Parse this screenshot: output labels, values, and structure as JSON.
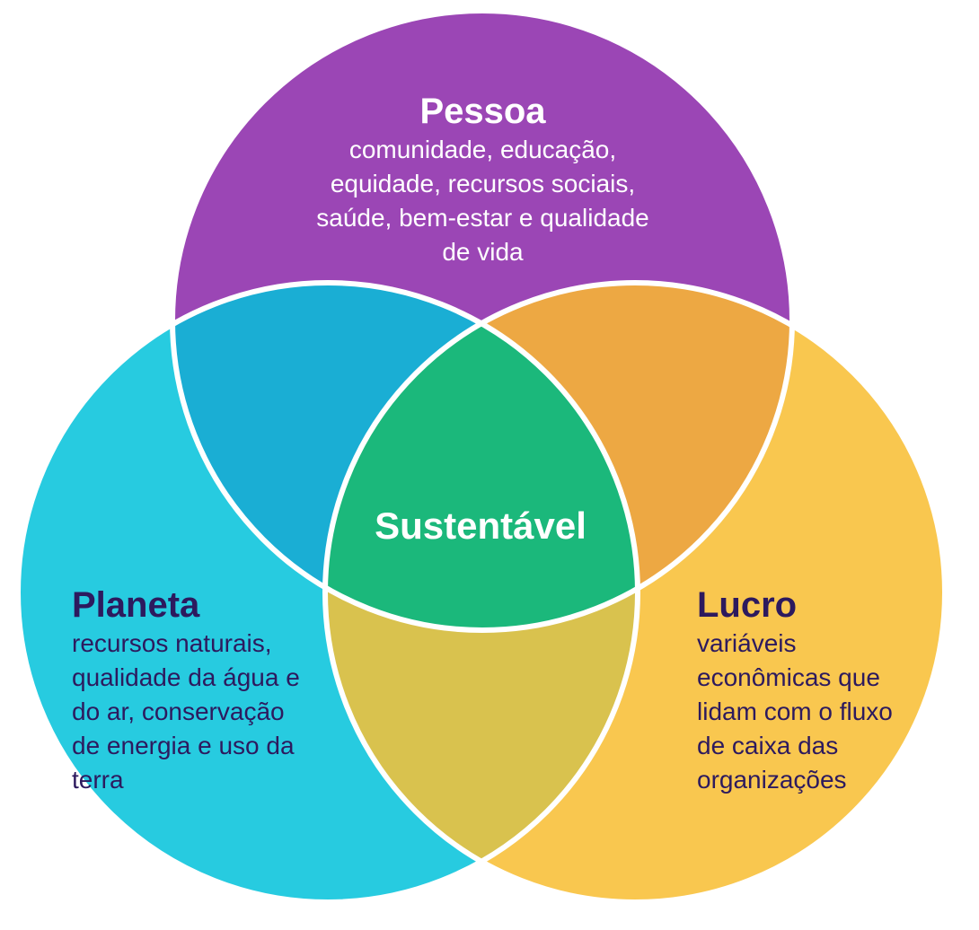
{
  "colors": {
    "people": "#9b46b5",
    "planet": "#27cbe0",
    "profit": "#f9c74f",
    "people_planet": "#1aaed4",
    "people_profit": "#eda843",
    "planet_profit": "#d9c24e",
    "center": "#1bb87b",
    "outline": "#ffffff",
    "dark_text": "#2d1a5e"
  },
  "people": {
    "title": "Pessoa",
    "lines": [
      "comunidade, educação,",
      "equidade, recursos sociais,",
      "saúde, bem-estar e qualidade",
      "de vida"
    ]
  },
  "planet": {
    "title": "Planeta",
    "lines": [
      "recursos naturais,",
      "qualidade da água e",
      "do ar, conservação",
      "de energia e uso da",
      "terra"
    ]
  },
  "profit": {
    "title": "Lucro",
    "lines": [
      "variáveis",
      "econômicas que",
      "lidam com o fluxo",
      "de caixa das",
      "organizações"
    ]
  },
  "center": {
    "label": "Sustentável"
  }
}
